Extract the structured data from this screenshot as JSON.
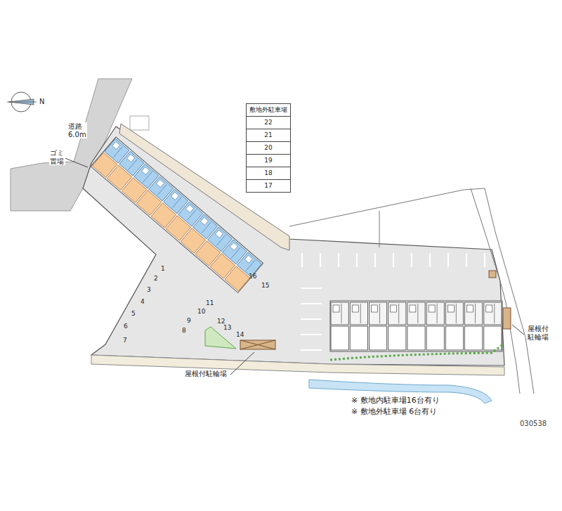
{
  "diagram": {
    "nodes": [
      {
        "text": [
          "敷地外駐車場"
        ]
      }
    ],
    "labels": [
      "道路 6.0m",
      "ゴミ置場",
      "22",
      "21",
      "20",
      "19",
      "18",
      "17",
      "1",
      "2",
      "3",
      "4",
      "5",
      "6",
      "7",
      "8",
      "9",
      "10",
      "11",
      "12",
      "13",
      "14",
      "15",
      "16",
      "屋根付駐輪場",
      "屋根付 駐輪場",
      "※ 敷地内駐車場16台有り",
      "※ 敷地外駐車場 6台有り",
      "030538",
      "N"
    ]
  }
}
